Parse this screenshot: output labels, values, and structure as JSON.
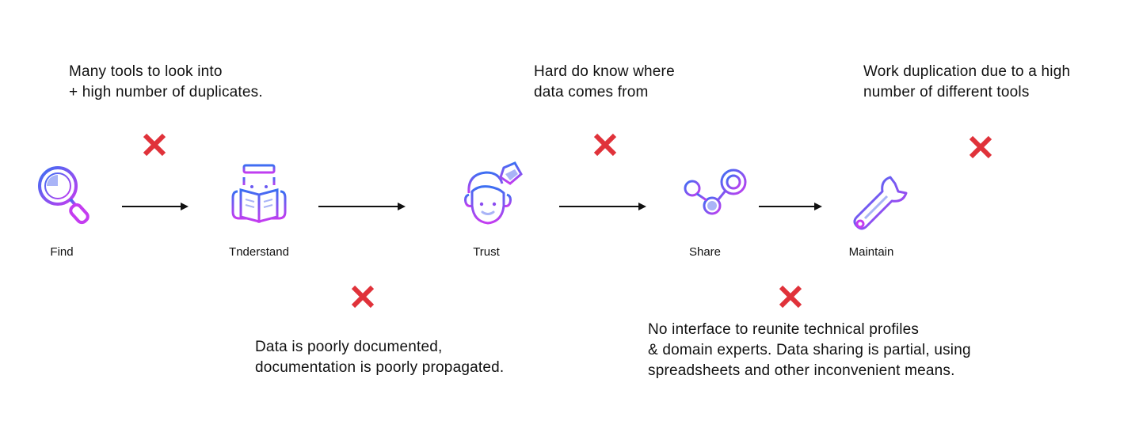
{
  "steps": [
    {
      "label": "Find",
      "icon": "magnifier-icon"
    },
    {
      "label": "Tnderstand",
      "icon": "reading-person-icon"
    },
    {
      "label": "Trust",
      "icon": "person-with-badge-icon"
    },
    {
      "label": "Share",
      "icon": "share-nodes-icon"
    },
    {
      "label": "Maintain",
      "icon": "wrench-icon"
    }
  ],
  "pain_points": [
    {
      "lines": [
        "Many tools to look into",
        "+ high number of duplicates."
      ]
    },
    {
      "lines": [
        "Data is poorly documented,",
        "documentation is poorly propagated."
      ]
    },
    {
      "lines": [
        "Hard do know where",
        "data comes from"
      ]
    },
    {
      "lines": [
        "No interface to reunite technical profiles",
        "& domain experts. Data sharing is partial, using",
        "spreadsheets and other inconvenient means."
      ]
    },
    {
      "lines": [
        "Work duplication due to a high",
        "number of different tools"
      ]
    }
  ],
  "colors": {
    "icon_gradient_start": "#3b6ff2",
    "icon_gradient_end": "#c43cf0",
    "icon_fill": "#a9b4f7",
    "cross": "#e0323a",
    "arrow": "#111111"
  }
}
